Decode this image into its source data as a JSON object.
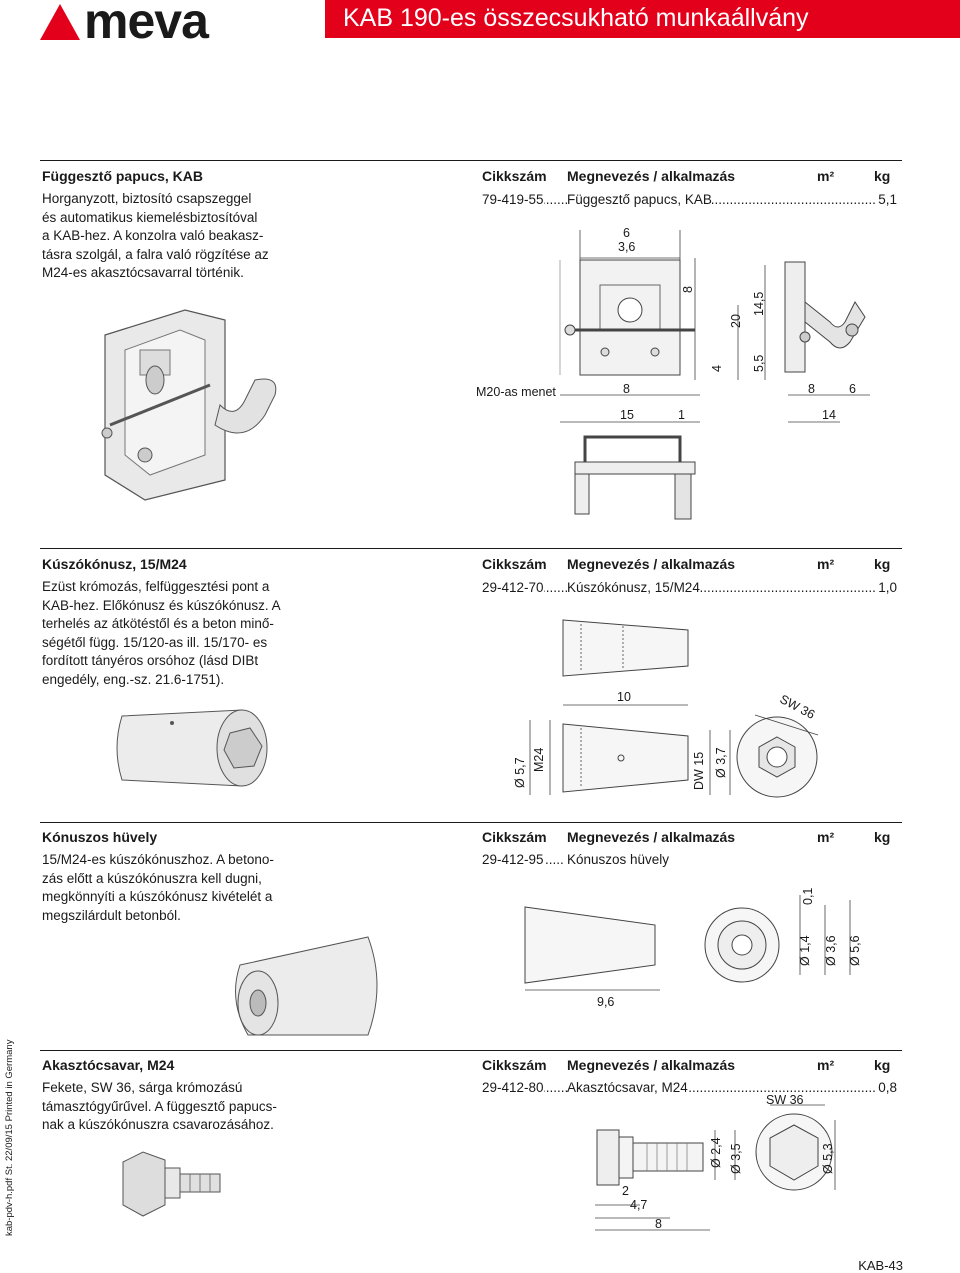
{
  "header": {
    "logo": "meva",
    "title": "KAB 190-es összecsukható munkaállvány"
  },
  "table_headers": {
    "code": "Cikkszám",
    "name": "Megnevezés / alkalmazás",
    "area": "m²",
    "weight": "kg"
  },
  "sections": [
    {
      "title": "Függesztő papucs, KAB",
      "desc_lines": [
        "Horganyzott, biztosító csapszeggel",
        "és automatikus kiemelésbiztosítóval",
        "a KAB-hez. A konzolra való beakasz-",
        "tásra szolgál, a falra való rögzítése az",
        "M24-es akasztócsavarral történik."
      ],
      "code": "79-419-55",
      "name": "Függesztő papucs, KAB",
      "kg": "5,1",
      "labels": {
        "thread": "M20-as menet",
        "d1": "6",
        "d2": "3,6",
        "d3": "8",
        "d4": "20",
        "d5": "14,5",
        "d6": "4",
        "d7": "5,5",
        "d8": "8",
        "d9": "15",
        "d10": "1",
        "d11": "8",
        "d12": "6",
        "d13": "14"
      }
    },
    {
      "title": "Kúszókónusz, 15/M24",
      "desc_lines": [
        "Ezüst krómozás, felfüggesztési pont a",
        "KAB-hez. Előkónusz és kúszókónusz. A",
        "terhelés az átkötéstől és a beton minő-",
        "ségétől függ. 15/120-as ill. 15/170- es",
        "fordított tányéros orsóhoz (lásd DIBt",
        "engedély, eng.-sz. 21.6-1751)."
      ],
      "code": "29-412-70",
      "name": "Kúszókónusz, 15/M24",
      "kg": "1,0",
      "labels": {
        "len": "10",
        "sw": "SW 36",
        "d1": "Ø 5,7",
        "d2": "M24",
        "d3": "DW 15",
        "d4": "Ø 3,7"
      }
    },
    {
      "title": "Kónuszos hüvely",
      "desc_lines": [
        "15/M24-es kúszókónuszhoz. A betono-",
        "zás előtt a kúszókónuszra kell dugni,",
        "megkönnyíti a kúszókónusz kivételét a",
        "megszilárdult betonból."
      ],
      "code": "29-412-95",
      "name": "Kónuszos hüvely",
      "kg": "",
      "labels": {
        "len": "9,6",
        "t": "0,1",
        "d1": "Ø 1,4",
        "d2": "Ø 3,6",
        "d3": "Ø 5,6"
      }
    },
    {
      "title": "Akasztócsavar, M24",
      "desc_lines": [
        "Fekete, SW 36, sárga krómozású",
        "támasztógyűrűvel. A függesztő papucs-",
        "nak a kúszókónuszra csavarozásához."
      ],
      "code": "29-412-80",
      "name": "Akasztócsavar, M24",
      "kg": "0,8",
      "labels": {
        "sw": "SW 36",
        "d1": "Ø 2,4",
        "d2": "Ø 3,5",
        "d3": "Ø 5,3",
        "l1": "2",
        "l2": "4,7",
        "l3": "8"
      }
    }
  ],
  "footer": {
    "side_note": "kab-pdv-h.pdf St. 22/09/15 Printed in Germany",
    "page": "KAB-43"
  }
}
